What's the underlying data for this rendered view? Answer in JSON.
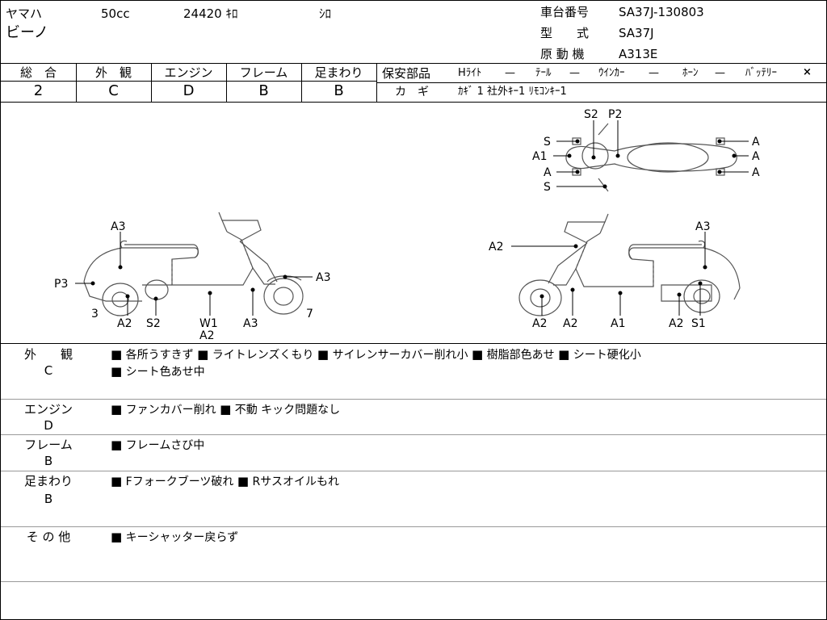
{
  "header": {
    "maker": "ヤマハ",
    "displacement": "50cc",
    "mileage": "24420 ｷﾛ",
    "color": "ｼﾛ",
    "model_name": "ビーノ",
    "frame_number_label": "車台番号",
    "frame_number": "SA37J-130803",
    "type_label": "型　　式",
    "type_value": "SA37J",
    "engine_label": "原 動 機",
    "engine_value": "A313E"
  },
  "grades": [
    {
      "label": "総　合",
      "value": "2"
    },
    {
      "label": "外　観",
      "value": "C"
    },
    {
      "label": "エンジン",
      "value": "D"
    },
    {
      "label": "フレーム",
      "value": "B"
    },
    {
      "label": "足まわり",
      "value": "B"
    }
  ],
  "safety": {
    "label": "保安部品",
    "items": [
      {
        "name": "Hﾗｲﾄ",
        "mark": "—"
      },
      {
        "name": "ﾃｰﾙ",
        "mark": "—"
      },
      {
        "name": "ｳｲﾝｶｰ",
        "mark": "—"
      },
      {
        "name": "ﾎｰﾝ",
        "mark": "—"
      },
      {
        "name": "ﾊﾞｯﾃﾘｰ",
        "mark": "×"
      }
    ]
  },
  "keys": {
    "label": "カ　ギ",
    "value": "ｶｷﾞ 1  社外ｷｰ1  ﾘﾓｺﾝｷｰ1"
  },
  "diagram_labels": {
    "left_side": {
      "a3_top": "A3",
      "p3": "P3",
      "a3_front": "A3",
      "n3": "3",
      "n7": "7",
      "a2": "A2",
      "s2": "S2",
      "w1": "W1",
      "a2_w": "A2",
      "a3_bottom": "A3"
    },
    "right_side": {
      "a2_top": "A2",
      "a3_top": "A3",
      "a2_b1": "A2",
      "a2_b2": "A2",
      "a1": "A1",
      "a2_b3": "A2",
      "s1": "S1"
    },
    "top_view": {
      "s2": "S2",
      "p2": "P2",
      "s_top": "S",
      "a1": "A1",
      "a_left": "A",
      "s_bottom": "S",
      "a_r1": "A",
      "a_r2": "A",
      "a_r3": "A"
    }
  },
  "bullet": "■",
  "notes": [
    {
      "category": "外　　観",
      "grade": "C",
      "lines": [
        [
          "各所うすきず",
          "ライトレンズくもり",
          "サイレンサーカバー削れ小",
          "樹脂部色あせ",
          "シート硬化小"
        ],
        [
          "シート色あせ中"
        ]
      ]
    },
    {
      "category": "エンジン",
      "grade": "D",
      "lines": [
        [
          "ファンカバー削れ",
          "不動  キック問題なし"
        ]
      ]
    },
    {
      "category": "フレーム",
      "grade": "B",
      "lines": [
        [
          "フレームさび中"
        ]
      ]
    },
    {
      "category": "足まわり",
      "grade": "B",
      "lines": [
        [
          "Fフォークブーツ破れ",
          "Rサスオイルもれ"
        ]
      ]
    },
    {
      "category": "そ の 他",
      "grade": "",
      "lines": [
        [
          "キーシャッター戻らず"
        ]
      ]
    }
  ]
}
